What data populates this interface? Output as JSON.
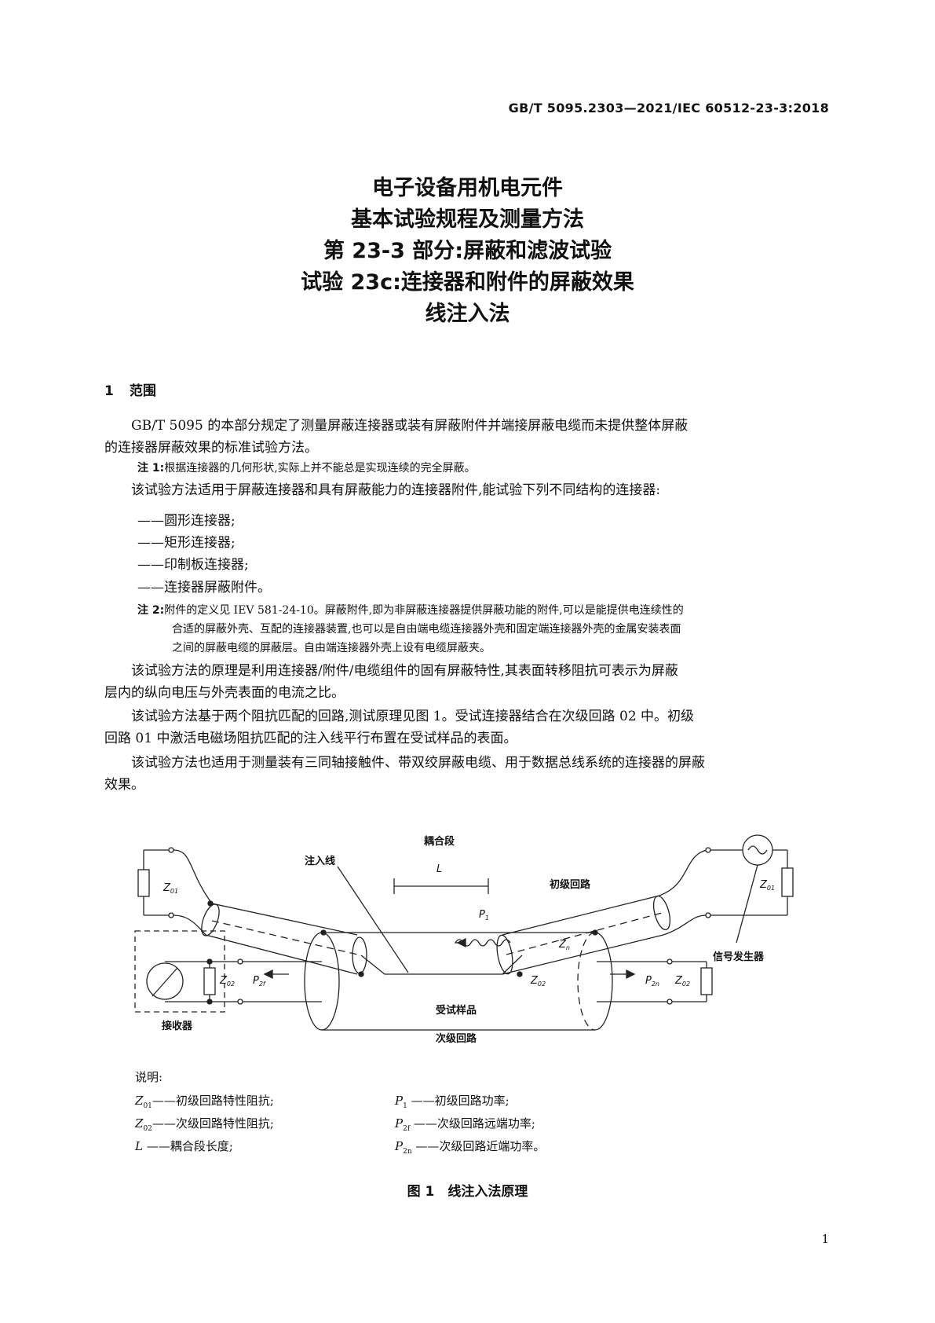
{
  "header": {
    "standard_code": "GB/T 5095.2303—2021/IEC 60512-23-3:2018"
  },
  "title": {
    "line1": "电子设备用机电元件",
    "line2": "基本试验规程及测量方法",
    "line3": "第 23-3 部分:屏蔽和滤波试验",
    "line4": "试验 23c:连接器和附件的屏蔽效果",
    "line5": "线注入法"
  },
  "section": {
    "number": "1",
    "title": "范围"
  },
  "body": {
    "p1_line1": "GB/T 5095 的本部分规定了测量屏蔽连接器或装有屏蔽附件并端接屏蔽电缆而未提供整体屏蔽",
    "p1_line2": "的连接器屏蔽效果的标准试验方法。",
    "note1_label": "注 1:",
    "note1_text": "根据连接器的几何形状,实际上并不能总是实现连续的完全屏蔽。",
    "p2": "该试验方法适用于屏蔽连接器和具有屏蔽能力的连接器附件,能试验下列不同结构的连接器:",
    "list": [
      "——圆形连接器;",
      "——矩形连接器;",
      "——印制板连接器;",
      "——连接器屏蔽附件。"
    ],
    "note2_label": "注 2:",
    "note2_line1": "附件的定义见 IEV 581-24-10。屏蔽附件,即为非屏蔽连接器提供屏蔽功能的附件,可以是能提供电连续性的",
    "note2_line2": "合适的屏蔽外壳、互配的连接器装置,也可以是自由端电缆连接器外壳和固定端连接器外壳的金属安装表面",
    "note2_line3": "之间的屏蔽电缆的屏蔽层。自由端连接器外壳上设有电缆屏蔽夹。",
    "p3_line1": "该试验方法的原理是利用连接器/附件/电缆组件的固有屏蔽特性,其表面转移阻抗可表示为屏蔽",
    "p3_line2": "层内的纵向电压与外壳表面的电流之比。",
    "p4_line1": "该试验方法基于两个阻抗匹配的回路,测试原理见图 1。受试连接器结合在次级回路 02 中。初级",
    "p4_line2": "回路 01 中激活电磁场阻抗匹配的注入线平行布置在受试样品的表面。",
    "p5_line1": "该试验方法也适用于测量装有三同轴接触件、带双绞屏蔽电缆、用于数据总线系统的连接器的屏蔽",
    "p5_line2": "效果。"
  },
  "figure": {
    "coupling_section": "耦合段",
    "L": "L",
    "injection_line": "注入线",
    "primary_circuit": "初级回路",
    "P1": "P",
    "P1_sub": "1",
    "Zn": "Z",
    "Zn_sub": "n",
    "signal_generator": "信号发生器",
    "Z01": "Z",
    "Z01_sub": "01",
    "Z02": "Z",
    "Z02_sub": "02",
    "P2f": "P",
    "P2f_sub": "2f",
    "P2n": "P",
    "P2n_sub": "2n",
    "receiver": "接收器",
    "dut": "受试样品",
    "secondary_circuit": "次级回路"
  },
  "legend": {
    "title": "说明:",
    "items": [
      {
        "sym": "Z",
        "sub": "01",
        "text": "——初级回路特性阻抗;"
      },
      {
        "sym": "Z",
        "sub": "02",
        "text": "——次级回路特性阻抗;"
      },
      {
        "sym": "L",
        "sub": "",
        "text": " ——耦合段长度;"
      },
      {
        "sym": "P",
        "sub": "1",
        "text": " ——初级回路功率;"
      },
      {
        "sym": "P",
        "sub": "2f",
        "text": " ——次级回路远端功率;"
      },
      {
        "sym": "P",
        "sub": "2n",
        "text": " ——次级回路近端功率。"
      }
    ]
  },
  "caption": "图 1　线注入法原理",
  "page_number": "1"
}
